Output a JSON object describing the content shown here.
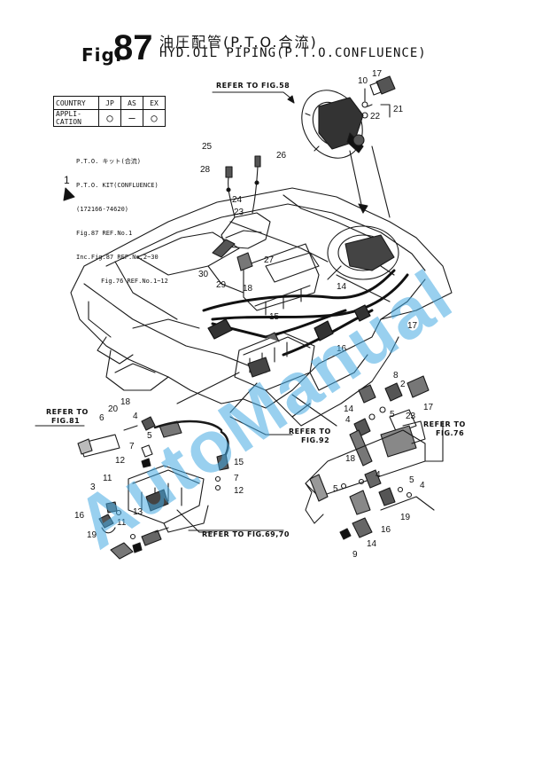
{
  "header": {
    "fig_prefix": "Fig.",
    "fig_number": "87",
    "title_jp": "油圧配管(P.T.O.合流)",
    "title_en": "HYD.OIL PIPING(P.T.O.CONFLUENCE)"
  },
  "application_table": {
    "country_label": "COUNTRY",
    "application_label": "APPLI-CATION",
    "columns": [
      "J",
      "P",
      "A",
      "S",
      "E",
      "X"
    ],
    "values": [
      "○",
      "—",
      "○"
    ]
  },
  "kit_note": {
    "lines": [
      "P.T.O. キット(合流)",
      "P.T.O. KIT(CONFLUENCE)",
      "(172166-74620)",
      "Fig.87 REF.No.1",
      "Inc.Fig.87 REF.No.2~30",
      "Fig.76 REF.No.1~12"
    ],
    "ref": "1"
  },
  "references": {
    "fig58": "REFER TO FIG.58",
    "fig81_a": "REFER TO",
    "fig81_b": "FIG.81",
    "fig92_a": "REFER TO",
    "fig92_b": "FIG.92",
    "fig76_a": "REFER TO",
    "fig76_b": "FIG.76",
    "fig69": "REFER TO FIG.69,70"
  },
  "callouts": [
    {
      "id": "c17a",
      "label": "17"
    },
    {
      "id": "c10",
      "label": "10"
    },
    {
      "id": "c21",
      "label": "21"
    },
    {
      "id": "c22",
      "label": "22"
    },
    {
      "id": "c25",
      "label": "25"
    },
    {
      "id": "c26",
      "label": "26"
    },
    {
      "id": "c28",
      "label": "28"
    },
    {
      "id": "c24",
      "label": "24"
    },
    {
      "id": "c23a",
      "label": "23"
    },
    {
      "id": "c27",
      "label": "27"
    },
    {
      "id": "c30",
      "label": "30"
    },
    {
      "id": "c29",
      "label": "29"
    },
    {
      "id": "c18a",
      "label": "18"
    },
    {
      "id": "c14a",
      "label": "14"
    },
    {
      "id": "c15a",
      "label": "15"
    },
    {
      "id": "c16a",
      "label": "16"
    },
    {
      "id": "c17b",
      "label": "17"
    },
    {
      "id": "c8",
      "label": "8"
    },
    {
      "id": "c14b",
      "label": "14"
    },
    {
      "id": "c2",
      "label": "2"
    },
    {
      "id": "c17c",
      "label": "17"
    },
    {
      "id": "c4a",
      "label": "4"
    },
    {
      "id": "c5a",
      "label": "5"
    },
    {
      "id": "c23b",
      "label": "23"
    },
    {
      "id": "c6",
      "label": "6"
    },
    {
      "id": "c20",
      "label": "20"
    },
    {
      "id": "c18b",
      "label": "18"
    },
    {
      "id": "c4b",
      "label": "4"
    },
    {
      "id": "c7a",
      "label": "7"
    },
    {
      "id": "c5b",
      "label": "5"
    },
    {
      "id": "c12a",
      "label": "12"
    },
    {
      "id": "c15b",
      "label": "15"
    },
    {
      "id": "c18c",
      "label": "18"
    },
    {
      "id": "c7b",
      "label": "7"
    },
    {
      "id": "c12b",
      "label": "12"
    },
    {
      "id": "c3",
      "label": "3"
    },
    {
      "id": "c11a",
      "label": "11"
    },
    {
      "id": "c4c",
      "label": "4"
    },
    {
      "id": "c5c",
      "label": "5"
    },
    {
      "id": "c5d",
      "label": "5"
    },
    {
      "id": "c4d",
      "label": "4"
    },
    {
      "id": "c16b",
      "label": "16"
    },
    {
      "id": "c13",
      "label": "13"
    },
    {
      "id": "c11b",
      "label": "11"
    },
    {
      "id": "c19a",
      "label": "19"
    },
    {
      "id": "c19b",
      "label": "19"
    },
    {
      "id": "c16c",
      "label": "16"
    },
    {
      "id": "c14c",
      "label": "14"
    },
    {
      "id": "c9",
      "label": "9"
    }
  ],
  "watermark": "AutoManual"
}
